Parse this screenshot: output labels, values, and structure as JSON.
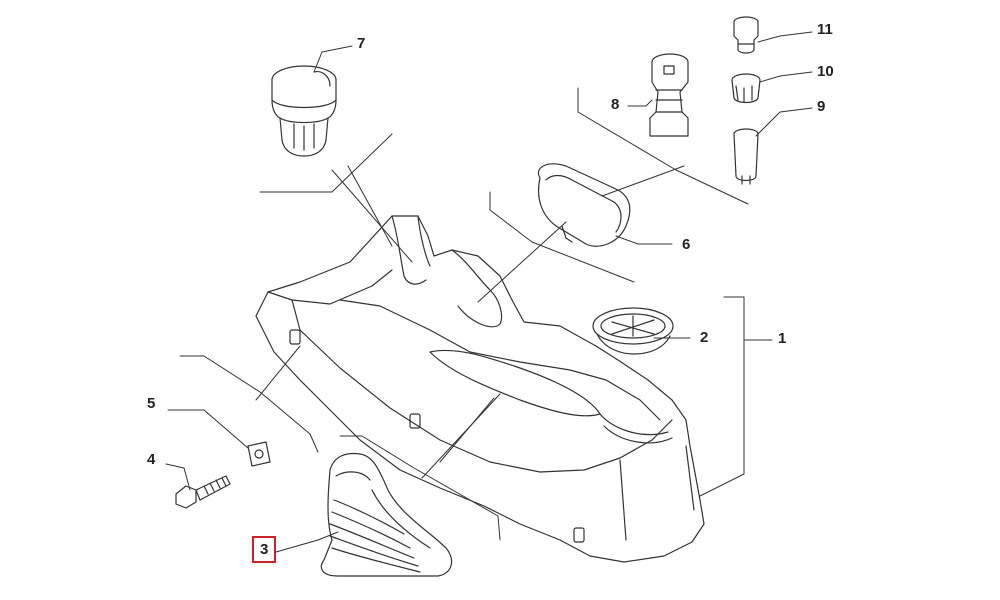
{
  "diagram": {
    "callouts": {
      "c1": "1",
      "c2": "2",
      "c3": "3",
      "c4": "4",
      "c5": "5",
      "c6": "6",
      "c7": "7",
      "c8": "8",
      "c9": "9",
      "c10": "10",
      "c11": "11"
    },
    "selected_callout": "3",
    "selection_color": "#d0202a",
    "line_color": "#333333"
  }
}
